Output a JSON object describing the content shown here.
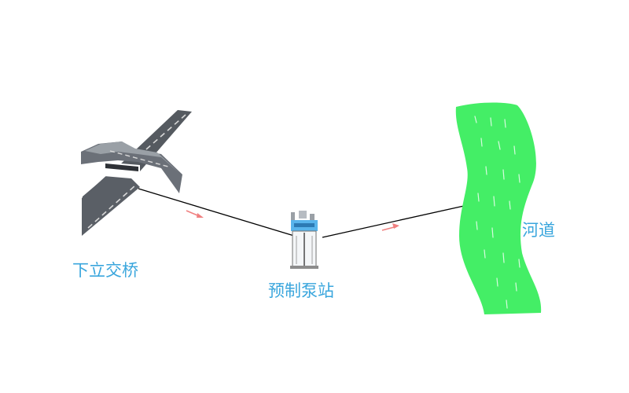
{
  "labels": {
    "bridge": "下立交桥",
    "pump_station": "预制泵站",
    "river": "河道"
  },
  "colors": {
    "label_text": "#3aa6dd",
    "river_fill": "#44ee66",
    "flow_arrow": "#f08080",
    "connector": "#000000",
    "road_surface": "#555a60",
    "pump_band": "#58b4ec"
  },
  "icons": {
    "bridge": "overpass-bridge-icon",
    "pump_station": "prefab-pump-station-icon",
    "river": "river-icon",
    "flow": "flow-arrow-icon"
  }
}
